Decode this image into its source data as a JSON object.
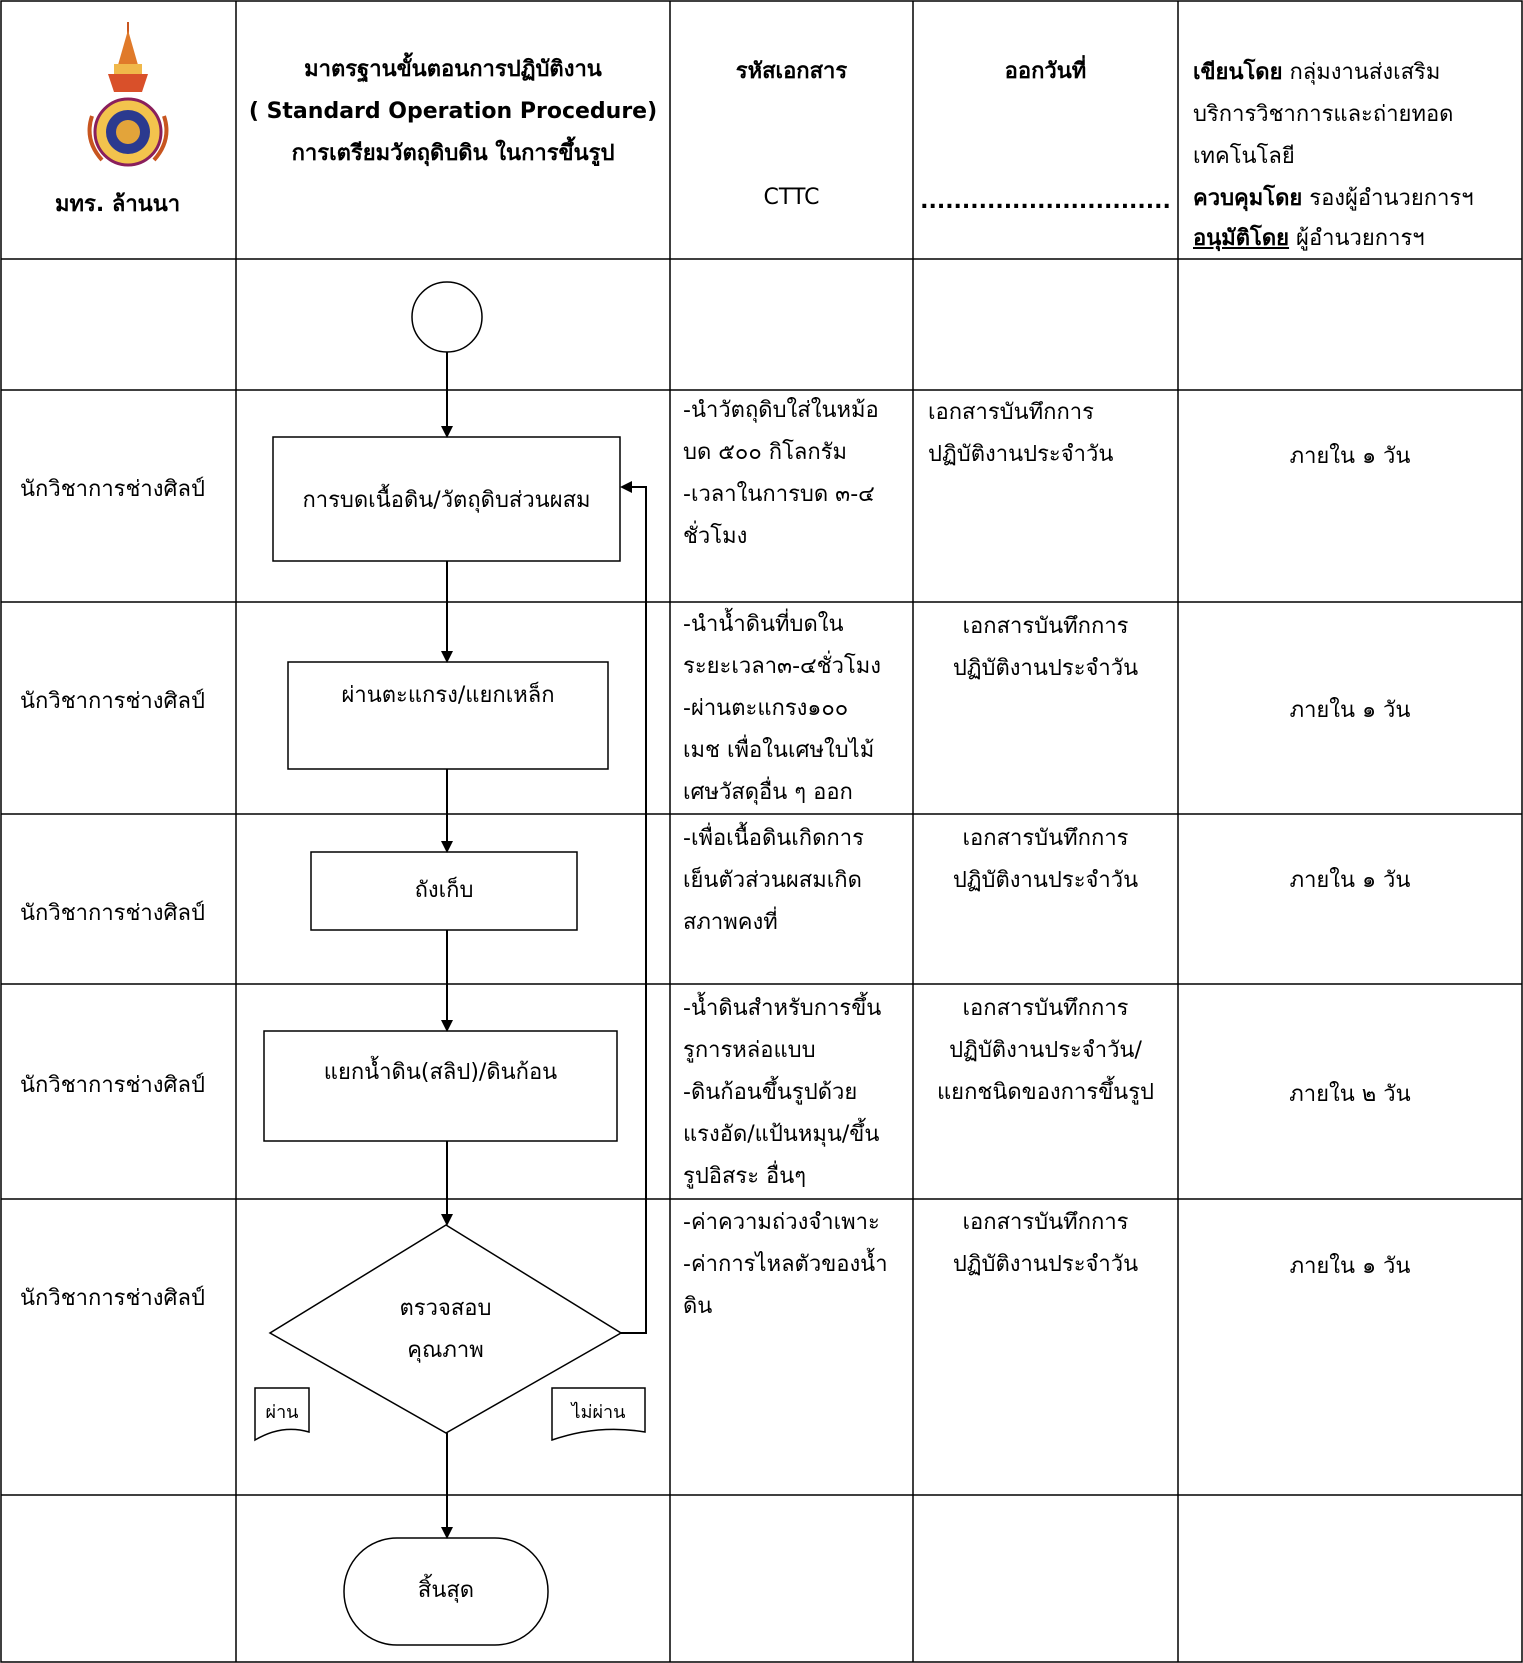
{
  "header": {
    "org_name": "มทร. ล้านนา",
    "title_lines": [
      "มาตรฐานขั้นตอนการปฏิบัติงาน",
      "( Standard Operation Procedure)",
      "การเตรียมวัตถุดิบดิน ในการขึ้นรูป"
    ],
    "doc_code_label": "รหัสเอกสาร",
    "doc_code": "CTTC",
    "issue_date_label": "ออกวันที่",
    "issue_date": "..............................",
    "written_by_label": "เขียนโดย",
    "written_by_lines": [
      "กลุ่มงานส่งเสริม",
      "บริการวิชาการและถ่ายทอด",
      "เทคโนโลยี"
    ],
    "controlled_by_label": "ควบคุมโดย",
    "controlled_by": "รองผู้อำนวยการฯ",
    "approved_by_label": "อนุมัติโดย",
    "approved_by": "ผู้อำนวยการฯ"
  },
  "steps": [
    {
      "role": "นักวิชาการช่างศิลป์",
      "process": "การบดเนื้อดิน/วัตถุดิบส่วนผสม",
      "detail_lines": [
        "-นำวัตถุดิบใส่ในหม้อ",
        "บด ๕๐๐ กิโลกรัม",
        "-เวลาในการบด ๓-๔",
        "ชั่วโมง"
      ],
      "document_lines": [
        "เอกสารบันทึกการ",
        "ปฏิบัติงานประจำวัน"
      ],
      "duration": "ภายใน ๑ วัน"
    },
    {
      "role": "นักวิชาการช่างศิลป์",
      "process": "ผ่านตะแกรง/แยกเหล็ก",
      "detail_lines": [
        "-นำน้ำดินที่บดใน",
        "ระยะเวลา๓-๔ชั่วโมง",
        "-ผ่านตะแกรง๑๐๐",
        "เมช เพื่อในเศษใบไม้",
        "เศษวัสดุอื่น ๆ ออก"
      ],
      "document_lines": [
        "เอกสารบันทึกการ",
        "ปฏิบัติงานประจำวัน"
      ],
      "duration": "ภายใน ๑ วัน"
    },
    {
      "role": "นักวิชาการช่างศิลป์",
      "process": "ถังเก็บ",
      "detail_lines": [
        "-เพื่อเนื้อดินเกิดการ",
        "เย็นตัวส่วนผสมเกิด",
        "สภาพคงที่"
      ],
      "document_lines": [
        "เอกสารบันทึกการ",
        "ปฏิบัติงานประจำวัน"
      ],
      "duration": "ภายใน ๑ วัน"
    },
    {
      "role": "นักวิชาการช่างศิลป์",
      "process": "แยกน้ำดิน(สลิป)/ดินก้อน",
      "detail_lines": [
        "-น้ำดินสำหรับการขึ้น",
        "รูการหล่อแบบ",
        "-ดินก้อนขึ้นรูปด้วย",
        "แรงอัด/แป้นหมุน/ขึ้น",
        "รูปอิสระ อื่นๆ"
      ],
      "document_lines": [
        "เอกสารบันทึกการ",
        "ปฏิบัติงานประจำวัน/",
        "แยกชนิดของการขึ้นรูป"
      ],
      "duration": "ภายใน ๒ วัน"
    },
    {
      "role": "นักวิชาการช่างศิลป์",
      "process_lines": [
        "ตรวจสอบ",
        "คุณภาพ"
      ],
      "detail_lines": [
        "-ค่าความถ่วงจำเพาะ",
        "-ค่าการไหลตัวของน้ำ",
        "ดิน"
      ],
      "document_lines": [
        "เอกสารบันทึกการ",
        "ปฏิบัติงานประจำวัน"
      ],
      "duration": "ภายใน ๑ วัน"
    }
  ],
  "decision": {
    "pass_label": "ผ่าน",
    "fail_label": "ไม่ผ่าน"
  },
  "end_label": "สิ้นสุด"
}
